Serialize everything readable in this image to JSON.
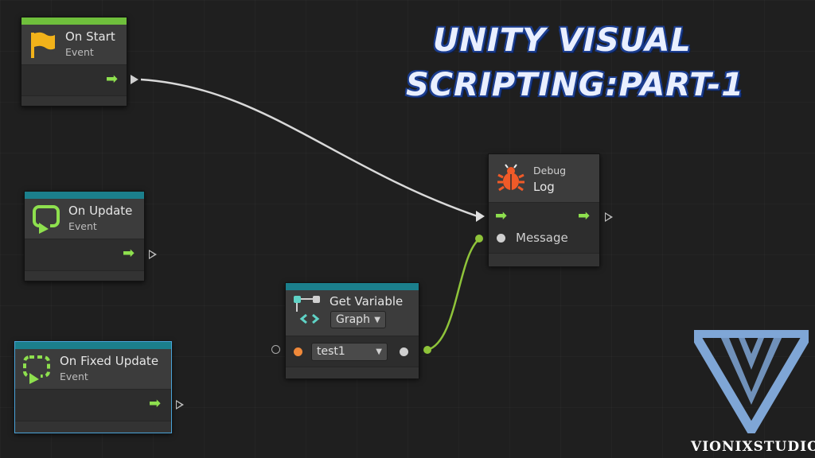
{
  "banner": {
    "line1": "UNITY VISUAL",
    "line2": "SCRIPTING:PART-1"
  },
  "brand": {
    "name": "VIONIXSTUDIO",
    "logo_color": "#7fa6d6"
  },
  "nodes": {
    "on_start": {
      "title": "On Start",
      "subtitle": "Event",
      "icon": "flag-icon",
      "bar_color": "#6fbf3c"
    },
    "on_update": {
      "title": "On Update",
      "subtitle": "Event",
      "icon": "update-loop-icon",
      "bar_color": "#1b7f8c"
    },
    "on_fixed_update": {
      "title": "On Fixed Update",
      "subtitle": "Event",
      "icon": "fixed-update-loop-icon",
      "bar_color": "#1b7f8c"
    },
    "debug_log": {
      "category": "Debug",
      "title": "Log",
      "icon": "bug-icon",
      "input_label": "Message"
    },
    "get_variable": {
      "title": "Get Variable",
      "icon": "variable-icon",
      "scope_value": "Graph",
      "name_value": "test1",
      "bar_color": "#1b7f8c"
    }
  },
  "colors": {
    "flow_arrow": "#8ee04e",
    "data_wire": "#8fc43a",
    "flow_wire": "#d9d9d9",
    "background": "#1f1f1f"
  }
}
